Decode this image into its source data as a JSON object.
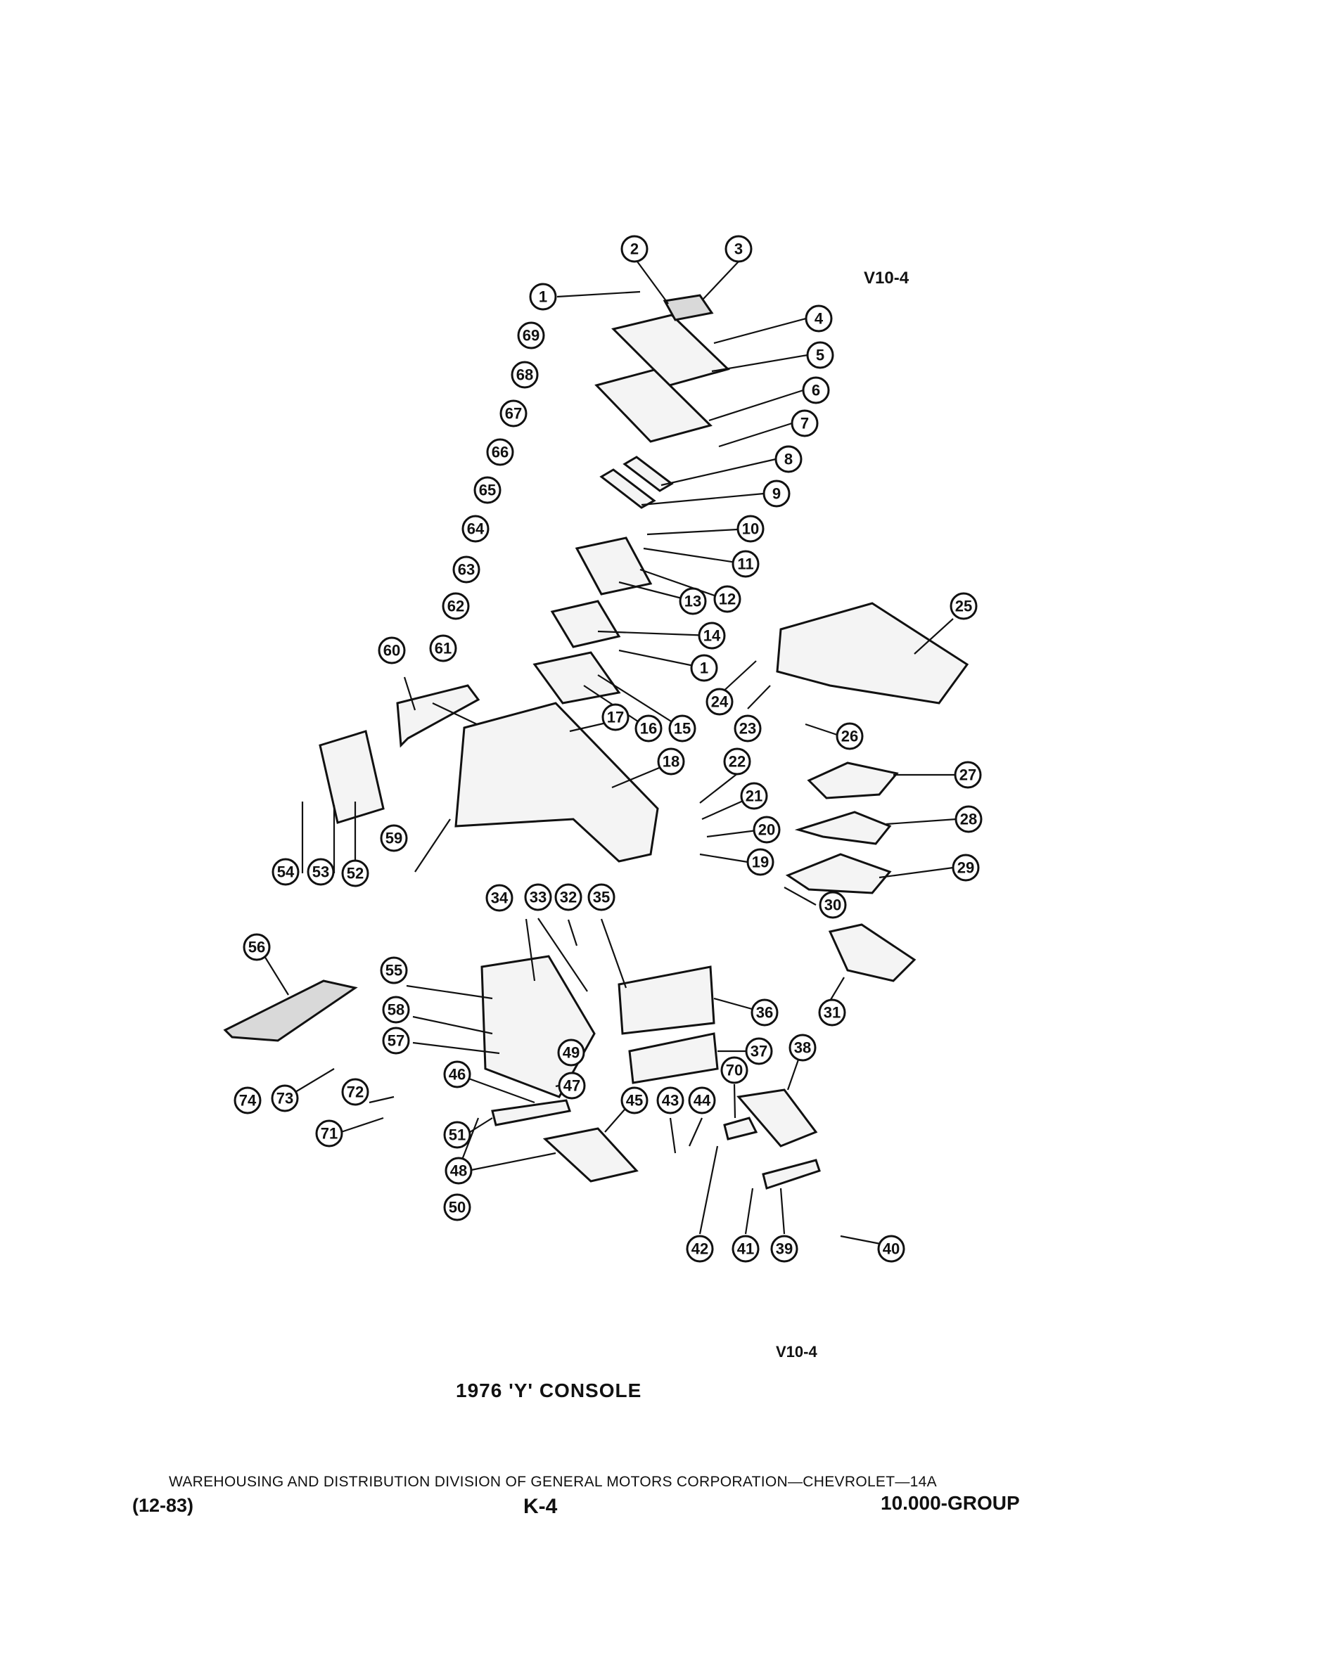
{
  "diagram": {
    "code_top": "V10-4",
    "code_bottom": "V10-4",
    "title": "1976 'Y' CONSOLE",
    "callouts": [
      "1",
      "2",
      "3",
      "4",
      "5",
      "6",
      "7",
      "8",
      "9",
      "10",
      "11",
      "12",
      "13",
      "14",
      "1",
      "15",
      "16",
      "17",
      "18",
      "19",
      "20",
      "21",
      "22",
      "23",
      "24",
      "25",
      "26",
      "27",
      "28",
      "29",
      "30",
      "31",
      "32",
      "33",
      "34",
      "35",
      "36",
      "37",
      "38",
      "39",
      "40",
      "41",
      "42",
      "43",
      "44",
      "45",
      "46",
      "47",
      "48",
      "49",
      "50",
      "51",
      "52",
      "53",
      "54",
      "55",
      "56",
      "57",
      "58",
      "59",
      "60",
      "61",
      "62",
      "63",
      "64",
      "65",
      "66",
      "67",
      "68",
      "69",
      "70",
      "71",
      "72",
      "73",
      "74"
    ]
  },
  "footer": {
    "division": "WAREHOUSING AND DISTRIBUTION DIVISION OF GENERAL MOTORS CORPORATION—CHEVROLET—14A",
    "date": "(12-83)",
    "page_code": "K-4",
    "group": "10.000-GROUP"
  }
}
